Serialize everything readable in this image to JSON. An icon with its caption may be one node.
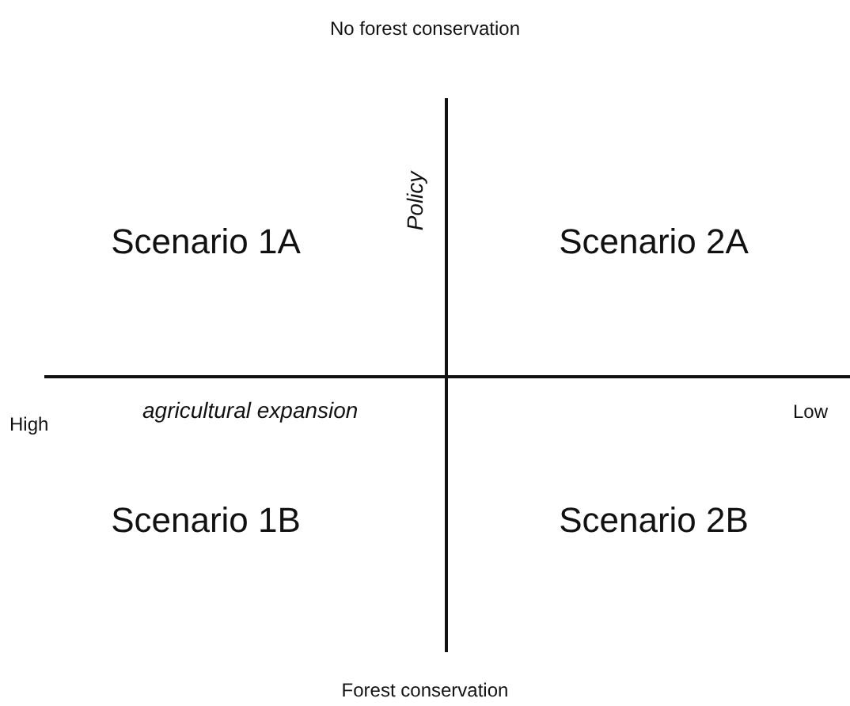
{
  "diagram": {
    "labels": [
      "No forest conservation",
      "Policy",
      "Scenario 1A",
      "Scenario 2A",
      "High",
      "agricultural expansion",
      "Low",
      "Scenario 1B",
      "Scenario 2B",
      "Forest conservation"
    ]
  }
}
